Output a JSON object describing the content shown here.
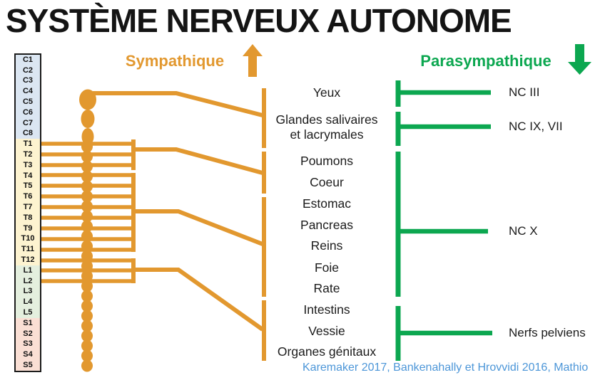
{
  "title": "SYSTÈME NERVEUX AUTONOME",
  "headers": {
    "sympathique": "Sympathique",
    "parasympathique": "Parasympathique"
  },
  "spine": {
    "segments": [
      "C1",
      "C2",
      "C3",
      "C4",
      "C5",
      "C6",
      "C7",
      "C8",
      "T1",
      "T2",
      "T3",
      "T4",
      "T5",
      "T6",
      "T7",
      "T8",
      "T9",
      "T10",
      "T11",
      "T12",
      "L1",
      "L2",
      "L3",
      "L4",
      "L5",
      "S1",
      "S2",
      "S3",
      "S4",
      "S5"
    ]
  },
  "organs": [
    "Yeux",
    "Glandes salivaires\net lacrymales",
    "Poumons",
    "Coeur",
    "Estomac",
    "Pancreas",
    "Reins",
    "Foie",
    "Rate",
    "Intestins",
    "Vessie",
    "Organes génitaux"
  ],
  "nerves": [
    {
      "label": "NC III"
    },
    {
      "label": "NC IX, VII"
    },
    {
      "label": "NC X"
    },
    {
      "label": "Nerfs pelviens"
    }
  ],
  "citation": "Karemaker 2017, Bankenahally et Hrovvidi 2016, Mathio",
  "colors": {
    "sympathetic_orange": "#E2982F",
    "parasympathetic_green": "#0CA750",
    "cervical_bg": "#DBE6F2",
    "thoracic_bg": "#FDF3D0",
    "lumbar_bg": "#E4EFDE",
    "sacral_bg": "#FADFD4",
    "citation_blue": "#4C96D8",
    "text_black": "#141414"
  }
}
